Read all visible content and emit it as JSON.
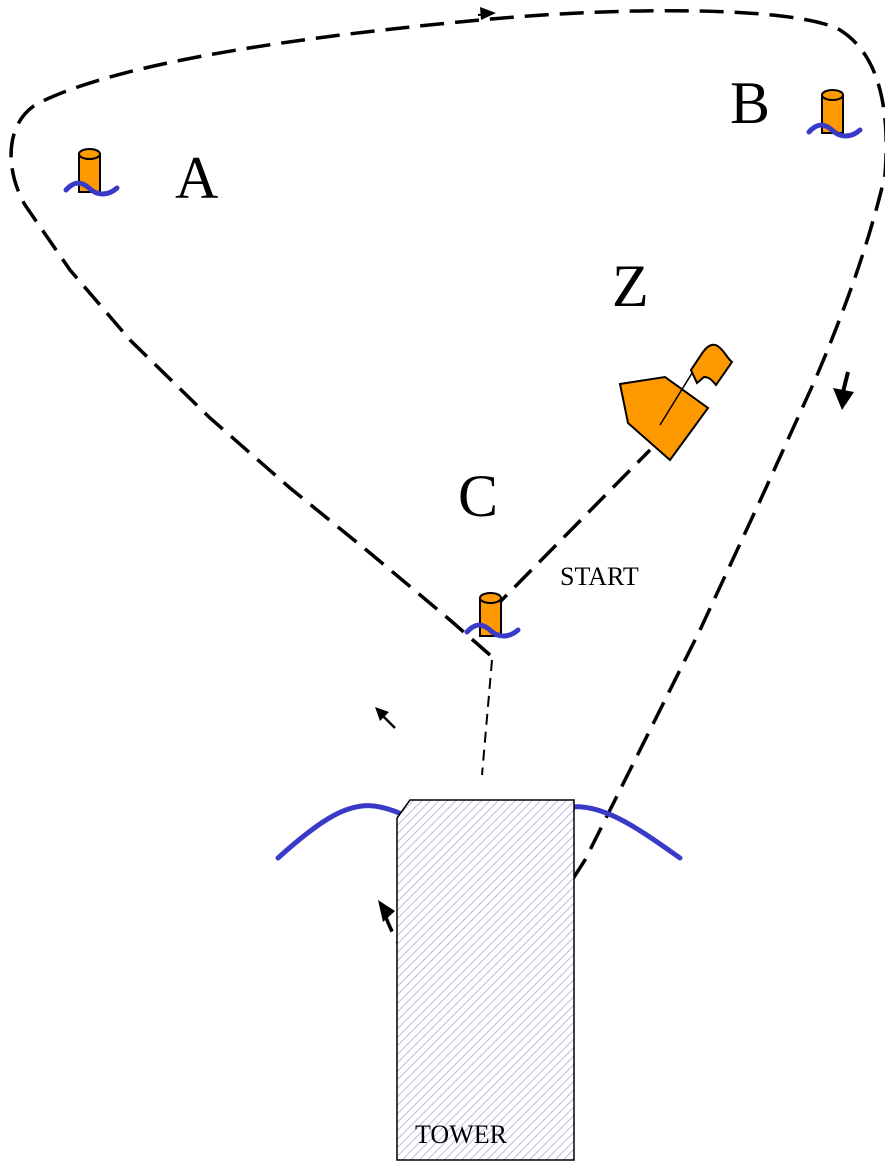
{
  "marks": {
    "a": "A",
    "b": "B",
    "c": "C",
    "z": "Z",
    "start": "START",
    "tower": "TOWER"
  },
  "colors": {
    "buoy": "#FF9900",
    "water": "#3A3AC8",
    "outline": "#000000",
    "tower_hatch": "#B8BEE6"
  }
}
